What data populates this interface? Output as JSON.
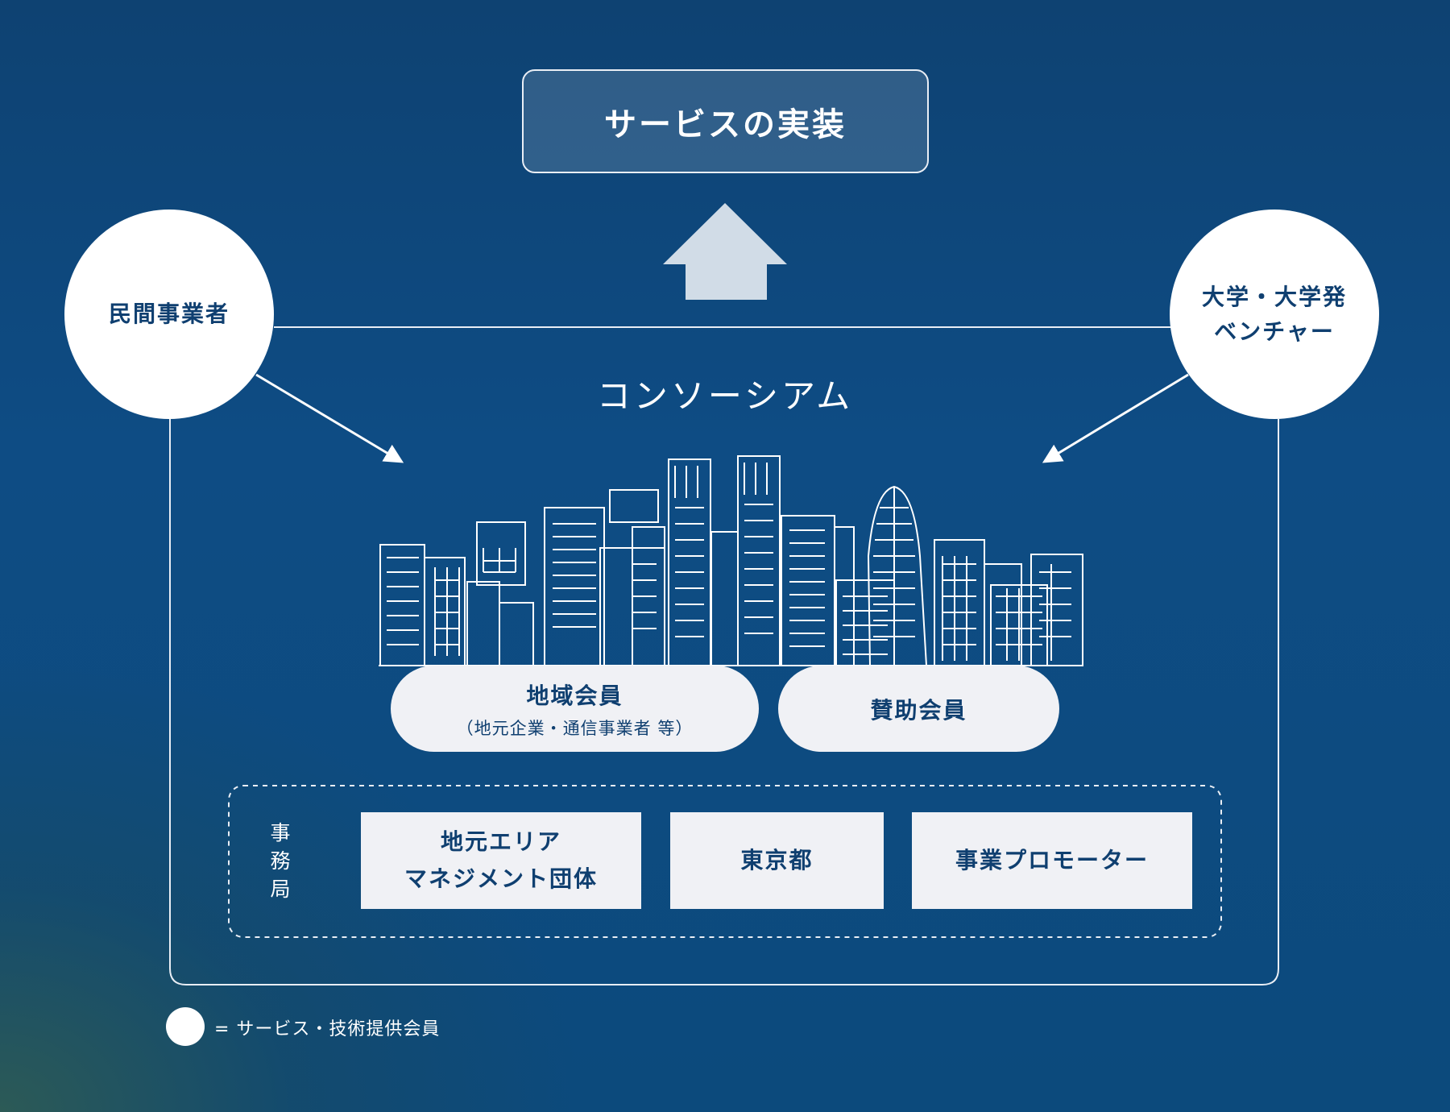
{
  "top_box": {
    "label": "サービスの実装"
  },
  "left_circle": {
    "label": "民間事業者"
  },
  "right_circle": {
    "line1": "大学・大学発",
    "line2": "ベンチャー"
  },
  "consortium": {
    "title": "コンソーシアム"
  },
  "members": [
    {
      "label": "地域会員",
      "sub": "（地元企業・通信事業者 等）"
    },
    {
      "label": "賛助会員"
    }
  ],
  "secretariat": {
    "label_chars": [
      "事",
      "務",
      "局"
    ],
    "boxes": [
      {
        "line1": "地元エリア",
        "line2": "マネジメント団体"
      },
      {
        "label": "東京都"
      },
      {
        "label": "事業プロモーター"
      }
    ]
  },
  "legend": {
    "text": "= サービス・技術提供会員"
  },
  "colors": {
    "navy_text": "#0f3f70",
    "arrow_fill": "#d1dce7",
    "box_fill": "#f0f1f5"
  }
}
